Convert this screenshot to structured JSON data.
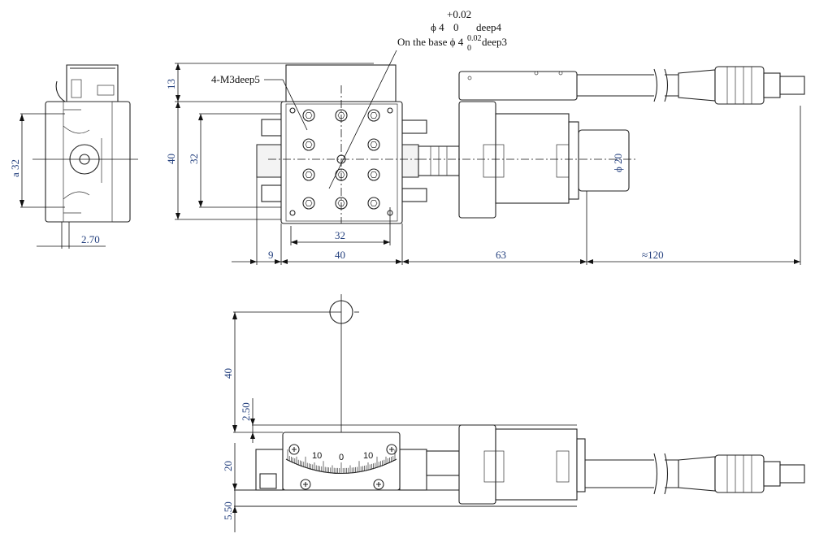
{
  "annotations": {
    "bore_tolerance_upper": "+0.02",
    "bore_label": "ϕ 4",
    "bore_tolerance_lower": "0",
    "bore_depth": "deep4",
    "base_prefix": "On the base ϕ 4",
    "base_tol_upper": "0.02",
    "base_tol_lower": "0",
    "base_depth": "deep3",
    "tapped_holes": "4-M3deep5",
    "shaft_diameter": "ϕ 20"
  },
  "side_view": {
    "dim_vertical": "a 32",
    "dim_offset": "2.70"
  },
  "top_view": {
    "dim_top_block": "13",
    "dim_height": "40",
    "dim_inner_height": "32",
    "dim_inner_width": "32",
    "dim_left_offset": "9",
    "dim_stage_width": "40",
    "dim_motor": "63",
    "dim_cable": "≈120"
  },
  "front_view": {
    "dim_rotation_height": "40",
    "dim_gap": "2.50",
    "dim_stage_height": "20",
    "dim_base": "5.50",
    "scale_labels": [
      "10",
      "0",
      "10"
    ]
  }
}
